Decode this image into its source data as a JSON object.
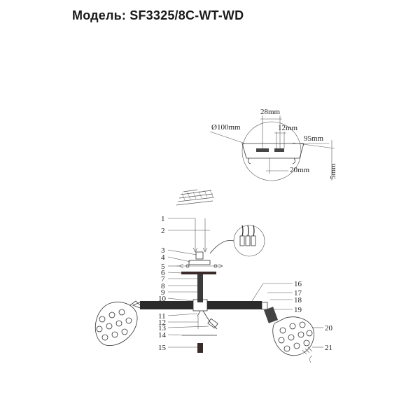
{
  "title": "Модель: SF3325/8C-WT-WD",
  "dimensions": {
    "d100": "Ø100mm",
    "d28": "28mm",
    "d12": "12mm",
    "d95": "95mm",
    "d20": "20mm",
    "d5": "5mm"
  },
  "callouts": [
    "1",
    "2",
    "3",
    "4",
    "5",
    "6",
    "7",
    "8",
    "9",
    "10",
    "11",
    "12",
    "13",
    "14",
    "15",
    "16",
    "17",
    "18",
    "19",
    "20",
    "21"
  ],
  "colors": {
    "line": "#333333",
    "dark": "#1a1a1a",
    "background": "#ffffff"
  }
}
